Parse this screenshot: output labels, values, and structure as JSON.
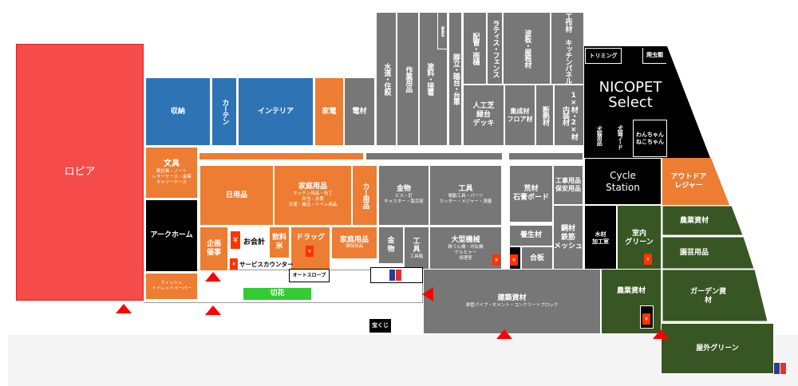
{
  "colors": {
    "orange": "#ec7d32",
    "gray": "#777777",
    "blue": "#2e74b5",
    "black": "#000000",
    "green": "#375623",
    "red": "#f54b4b"
  },
  "zones": {
    "lopia": "ロピア",
    "storage": "収納",
    "curtain": "カーテン",
    "interior": "インテリア",
    "appliances": "家電",
    "electric": "電材",
    "water": "水道・住設",
    "work": "作業用品",
    "paint": "塗料・接着",
    "packing": "梱包用品",
    "ladder": "脚立・踏台・台車",
    "pipe": "配管・雨樋",
    "lattice": "ラティス・フェンス",
    "corrugated": "波板・屋根材",
    "craft": "工作材 キッチンパネル",
    "turf": "人工芝\n緑台\nデッキ",
    "laminated": "集成材\nフロア材",
    "insulation": "断熱材",
    "lumber": "1×材・2×材 内装材",
    "trimming": "トリミング",
    "reptile": "爬虫類",
    "nicopet": "NICOPET\nSelect",
    "pet_goods": "犬猫用品",
    "pet_food": "犬猫フード",
    "wan": "わんちゃん\nねこちゃん",
    "cycle": "Cycle\nStation",
    "outdoor": "アウトドア\nレジャー",
    "stationery": "文具",
    "stationery_sub": "筆記具・ノート\nレターケース・金庫\nキャリーケース",
    "arkhome": "アークホーム",
    "tissue": "ティッシュ\nトイレットペーパー",
    "daily": "日用品",
    "household": "家庭用品",
    "household_sub": "キッチン用品・包丁\n弁当・水筒\n洗濯・風呂・トイレ用品",
    "car": "カー用品",
    "event": "企画催事",
    "checkout": "お会計",
    "yen": "¥",
    "drinks": "飲料米",
    "drug": "ドラッグ",
    "household2": "家庭用品",
    "household2_sub": "掃除用品",
    "service": "サービスカウンター",
    "hardware": "金物",
    "hardware_sub": "ビス・釘\nキャスター・南京錠",
    "tools": "工具",
    "tools_sub": "電動工具・パーツ\nカッター・メジャー・測量",
    "hardware2": "金物",
    "tools2": "工具",
    "tools2_sub": "工具箱",
    "machinery": "大型機械",
    "machinery_sub": "耕うん機・刈払機\nケルヒャー\n修理室",
    "rough": "荒材\n石膏ボード",
    "construction_goods": "工事用品\n保安用品",
    "curing": "養生材",
    "plywood": "合板",
    "steel": "鋼材\n鉄筋\nメッシュ",
    "woodshop": "木材\n加工室",
    "indoor_green": "室内\nグリーン",
    "agri1": "農業資材",
    "gardening": "園芸用品",
    "building": "建築資材",
    "building_sub": "単管パイプ・セメント・コンクリートブロック",
    "agri2": "農業資材",
    "garden": "ガーデン資\n材",
    "outdoor_green": "屋外グリーン",
    "slope": "オートスロープ",
    "flowers": "切花",
    "lottery": "宝くじ"
  }
}
